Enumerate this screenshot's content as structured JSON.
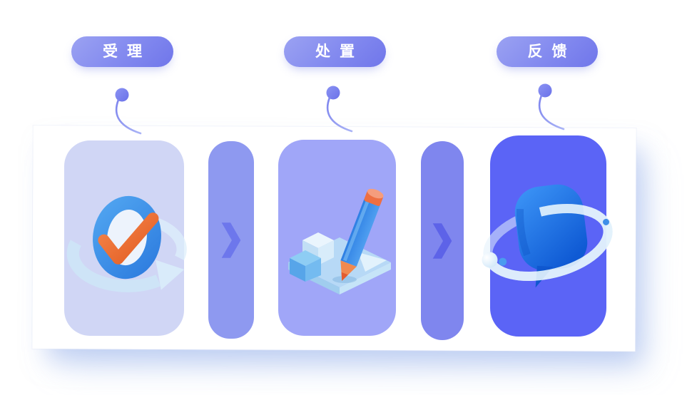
{
  "diagram": {
    "steps": [
      {
        "label": "受理",
        "icon": "check-cycle-icon",
        "card_color": "#d0d6f5"
      },
      {
        "label": "处置",
        "icon": "pencil-board-icon",
        "card_color": "#a0a6f8"
      },
      {
        "label": "反馈",
        "icon": "chat-orbit-icon",
        "card_color": "#5b64f6"
      }
    ],
    "connectors": [
      {
        "icon": "chevron-right-icon",
        "pill_color": "#8e99f0",
        "chevron_color": "#6d77ec"
      },
      {
        "icon": "chevron-right-icon",
        "pill_color": "#7f86ee",
        "chevron_color": "#5d63e8"
      }
    ],
    "label_pill": {
      "gradient_start": "#9ba2f2",
      "gradient_end": "#7076ea",
      "text_color": "#ffffff",
      "pointer_color": "#767deb"
    },
    "panel": {
      "background": "#ffffff",
      "shadow_color": "rgba(156,180,235,0.45)"
    },
    "icon_accent_colors": {
      "check_orange": "#ee6a30",
      "icon_blue": "#2f7fe0",
      "glass_blue": "#cde6f8"
    }
  }
}
